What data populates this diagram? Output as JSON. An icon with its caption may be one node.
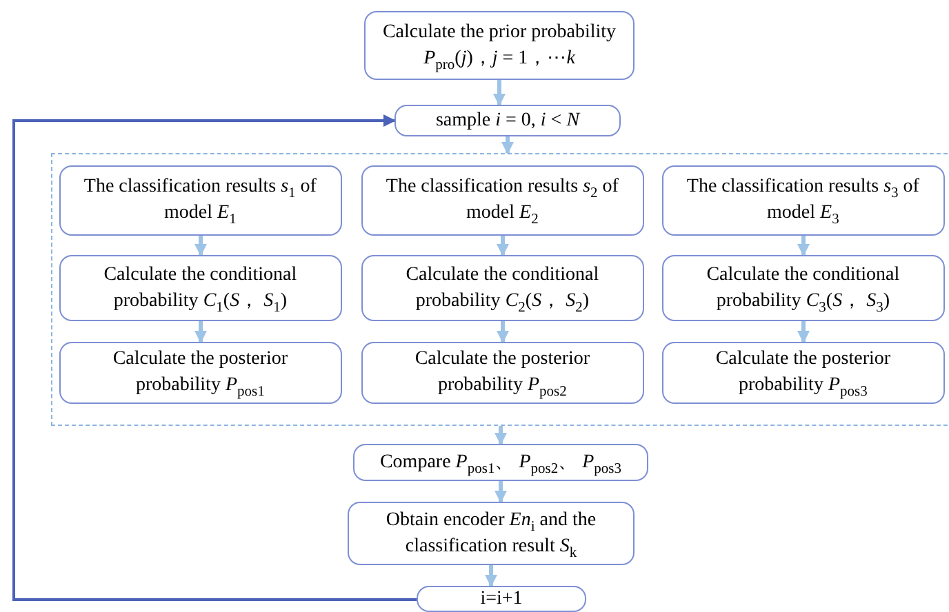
{
  "diagram": {
    "nodes": [
      {
        "text": [
          "Calculate the prior probability *P*$_{pro}$(*j*)，*j* = 1，⋯*k*"
        ]
      },
      {
        "text": [
          "sample *i* = 0, *i* < *N*"
        ]
      },
      {
        "text": [],
        "shape": "box"
      },
      {
        "text": [
          "The classification results *s*$_{1}$ of model *E*$_{1}$"
        ],
        "in": 2
      },
      {
        "text": [
          "The classification results *s*$_{2}$ of model *E*$_{2}$"
        ],
        "in": 2
      },
      {
        "text": [
          "The classification results *s*$_{3}$ of model *E*$_{3}$"
        ],
        "in": 2
      },
      {
        "text": [
          "Calculate the conditional probability *C*$_{1}$(*S*， *S*$_{1}$)"
        ],
        "in": 2
      },
      {
        "text": [
          "Calculate the conditional probability *C*$_{2}$(*S*， *S*$_{2}$)"
        ],
        "in": 2
      },
      {
        "text": [
          "Calculate the conditional probability *C*$_{3}$(*S*， *S*$_{3}$)"
        ],
        "in": 2
      },
      {
        "text": [
          "Calculate the posterior probability *P*$_{pos1}$"
        ],
        "in": 2
      },
      {
        "text": [
          "Calculate the posterior probability *P*$_{pos2}$"
        ],
        "in": 2
      },
      {
        "text": [
          "Calculate the posterior probability *P*$_{pos3}$"
        ],
        "in": 2
      },
      {
        "text": [
          "Compare *P*$_{pos1}$、 *P*$_{pos2}$、 *P*$_{pos3}$"
        ]
      },
      {
        "text": [
          "Obtain encoder *En*$_{i}$ and the classification result *S*$_{k}$"
        ]
      },
      {
        "text": [
          "i=i+1"
        ]
      }
    ],
    "edges": [
      {
        "from": 0,
        "to": 1,
        "arrow": "to"
      },
      {
        "from": 1,
        "to": 2,
        "arrow": "to"
      },
      {
        "from": 3,
        "to": 6,
        "arrow": "to"
      },
      {
        "from": 6,
        "to": 9,
        "arrow": "to"
      },
      {
        "from": 4,
        "to": 7,
        "arrow": "to"
      },
      {
        "from": 7,
        "to": 10,
        "arrow": "to"
      },
      {
        "from": 5,
        "to": 8,
        "arrow": "to"
      },
      {
        "from": 8,
        "to": 11,
        "arrow": "to"
      },
      {
        "from": 2,
        "to": 12,
        "arrow": "to"
      },
      {
        "from": 12,
        "to": 13,
        "arrow": "to"
      },
      {
        "from": 13,
        "to": 14,
        "arrow": "to"
      },
      {
        "from": 14,
        "to": 1,
        "arrow": "to",
        "color": "#4a62b8"
      }
    ]
  }
}
